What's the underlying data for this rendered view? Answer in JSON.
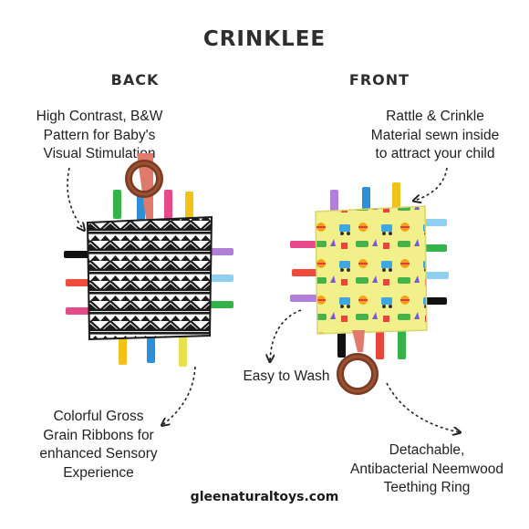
{
  "title": "CRINKLEE",
  "labels": {
    "back": "BACK",
    "front": "FRONT"
  },
  "annotations": {
    "back_top": "High Contrast, B&W\nPattern for Baby's\nVisual Stimulation",
    "back_bottom": "Colorful Gross\nGrain Ribbons for\nenhanced Sensory\nExperience",
    "front_top": "Rattle & Crinkle\nMaterial sewn inside\nto attract your child",
    "front_middle": "Easy to Wash",
    "front_bottom": "Detachable,\nAntibacterial Neemwood\nTeething Ring"
  },
  "footer": "gleenaturaltoys.com",
  "colors": {
    "back_pattern_dark": "#1b1b1b",
    "front_fabric": "#f1f08a",
    "teether_wood": "#7a3b22",
    "ring_strap": "#e07a6c"
  },
  "ribbon_colors": [
    "#e64a8a",
    "#2d8fd6",
    "#f2c21b",
    "#33b34a",
    "#f04b3a",
    "#b27fd8",
    "#8fd0f0",
    "#111111"
  ]
}
